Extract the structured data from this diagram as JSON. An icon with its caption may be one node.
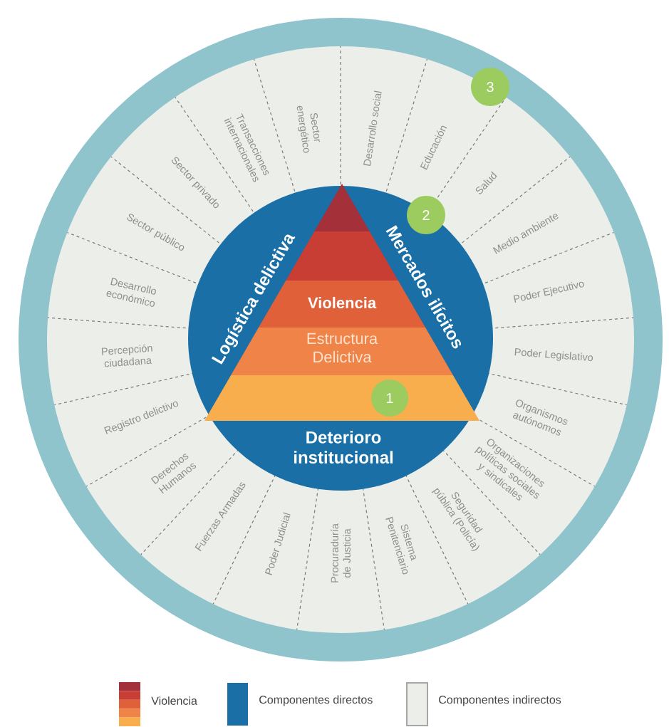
{
  "diagram": {
    "nodes": [
      {
        "text": [
          "Desarrollo social",
          "Educación",
          "Salud",
          "Medio ambiente",
          "Poder Ejecutivo",
          "Poder Legislativo",
          "Organismos autónomos",
          "Organizaciones políticas sociales y sindicales",
          "Seguridad pública (Policía)",
          "Sistema Penitenciario",
          "Procuraduría de Justicia",
          "Poder Judicial",
          "Fuerzas Armadas",
          "Derechos Humanos",
          "Registro delictivo",
          "Percepción ciudadana",
          "Desarrollo económico",
          "Sector público",
          "Sector privado",
          "Transacciones internacionales",
          "Sector energético"
        ]
      },
      {
        "text": [
          "Logística delictiva",
          "Mercados ilícitos",
          "Deterioro institucional"
        ],
        "in": 0
      },
      {
        "text": [],
        "shape": "triangle",
        "in": 1
      },
      {
        "text": [],
        "shape": "bar",
        "in": 1
      },
      {
        "text": [
          "Violencia"
        ],
        "in": 1
      },
      {
        "text": [
          "Estructura Delictiva"
        ],
        "in": 1
      },
      {
        "text": [],
        "shape": "bar",
        "in": 1
      },
      {
        "text": [
          "1"
        ],
        "in": 6
      },
      {
        "text": [
          "2"
        ],
        "in": 1
      },
      {
        "text": [
          "3"
        ]
      }
    ],
    "legend": [
      {
        "text": "Violencia"
      },
      {
        "text": "Componentes directos",
        "color": "#1a6fa6"
      },
      {
        "text": "Componentes indirectos",
        "color": "#eceee9"
      }
    ]
  }
}
